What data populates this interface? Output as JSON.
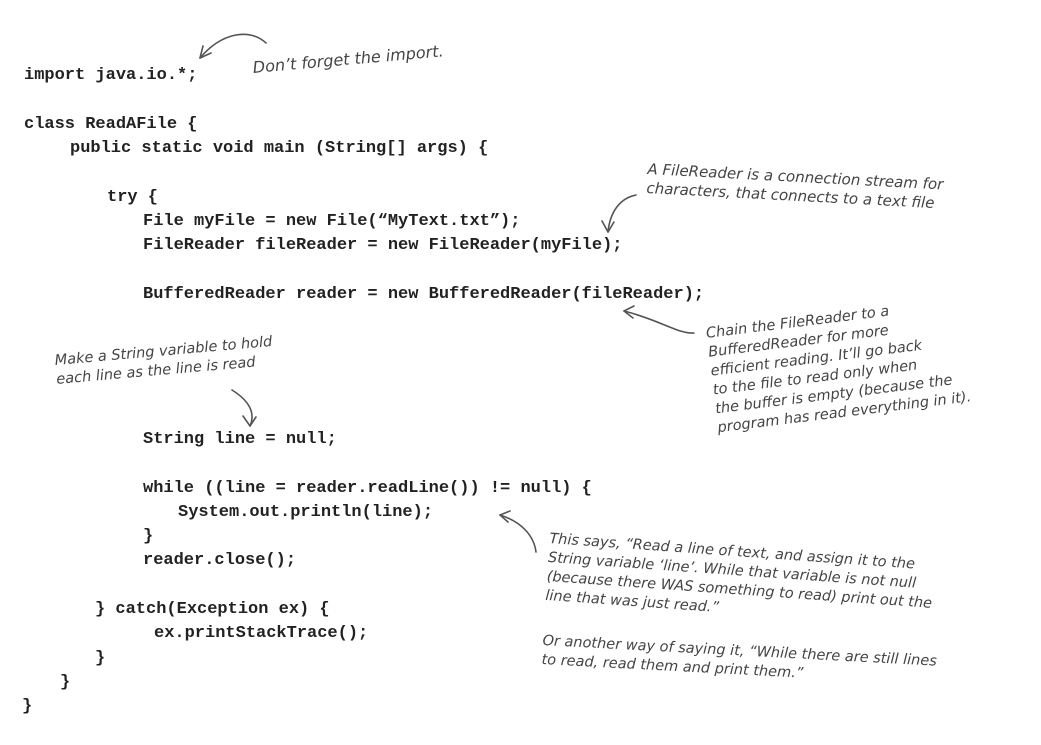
{
  "code": {
    "line_import": "import java.io.*;",
    "line_class": "class ReadAFile {",
    "line_main": "public static void main (String[] args) {",
    "line_try": "try {",
    "line_file": "File myFile = new File(“MyText.txt”);",
    "line_filereader": "FileReader fileReader = new FileReader(myFile);",
    "line_bufferedreader": "BufferedReader reader = new BufferedReader(fileReader);",
    "line_string": "String line = null;",
    "line_while": "while ((line = reader.readLine()) != null) {",
    "line_println": "System.out.println(line);",
    "line_while_close": "}",
    "line_close": "reader.close();",
    "line_catch": "} catch(Exception ex) {",
    "line_stacktrace": "ex.printStackTrace();",
    "line_catch_close": "}",
    "line_main_close": "}",
    "line_class_close": "}"
  },
  "notes": {
    "import_note": "Don’t forget the import.",
    "filereader_note": "A FileReader is a connection stream for\ncharacters, that connects to a text file",
    "bufferedreader_note": "Chain the FileReader to a\nBufferedReader for more\nefficient reading. It’ll go back\nto the file to read only when\nthe buffer is empty (because the\nprogram has read everything in it).",
    "string_note": "Make a String variable to hold\neach line as the line is read",
    "while_note": "This says, “Read a line of text, and assign it to the\nString variable ‘line’. While that variable is not null\n(because there WAS something to read) print out the\nline that was just read.”",
    "while_note_alt": "Or another way of saying it, “While there are still lines\nto read, read them and print them.”"
  }
}
